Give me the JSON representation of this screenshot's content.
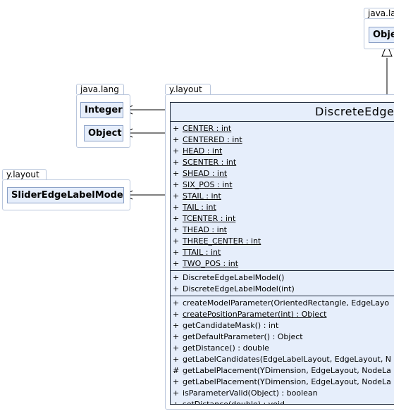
{
  "packages": {
    "java_lang_top": {
      "label": "java.la",
      "classes": [
        "Obje"
      ]
    },
    "java_lang_left": {
      "label": "java.lang",
      "classes": [
        "Integer",
        "Object"
      ]
    },
    "y_layout_slider": {
      "label": "y.layout",
      "classes": [
        "SliderEdgeLabelModel"
      ]
    },
    "y_layout_main": {
      "label": "y.layout"
    }
  },
  "main_class": {
    "name": "DiscreteEdge",
    "fields": [
      {
        "vis": "+",
        "text": "CENTER : int",
        "static": true
      },
      {
        "vis": "+",
        "text": "CENTERED : int",
        "static": true
      },
      {
        "vis": "+",
        "text": "HEAD : int",
        "static": true
      },
      {
        "vis": "+",
        "text": "SCENTER : int",
        "static": true
      },
      {
        "vis": "+",
        "text": "SHEAD : int",
        "static": true
      },
      {
        "vis": "+",
        "text": "SIX_POS : int",
        "static": true
      },
      {
        "vis": "+",
        "text": "STAIL : int",
        "static": true
      },
      {
        "vis": "+",
        "text": "TAIL : int",
        "static": true
      },
      {
        "vis": "+",
        "text": "TCENTER : int",
        "static": true
      },
      {
        "vis": "+",
        "text": "THEAD : int",
        "static": true
      },
      {
        "vis": "+",
        "text": "THREE_CENTER : int",
        "static": true
      },
      {
        "vis": "+",
        "text": "TTAIL : int",
        "static": true
      },
      {
        "vis": "+",
        "text": "TWO_POS : int",
        "static": true
      }
    ],
    "constructors": [
      {
        "vis": "+",
        "text": "DiscreteEdgeLabelModel()",
        "static": false
      },
      {
        "vis": "+",
        "text": "DiscreteEdgeLabelModel(int)",
        "static": false
      }
    ],
    "methods": [
      {
        "vis": "+",
        "text": "createModelParameter(OrientedRectangle, EdgeLayo",
        "static": false
      },
      {
        "vis": "+",
        "text": "createPositionParameter(int) : Object",
        "static": true
      },
      {
        "vis": "+",
        "text": "getCandidateMask() : int",
        "static": false
      },
      {
        "vis": "+",
        "text": "getDefaultParameter() : Object",
        "static": false
      },
      {
        "vis": "+",
        "text": "getDistance() : double",
        "static": false
      },
      {
        "vis": "+",
        "text": "getLabelCandidates(EdgeLabelLayout, EdgeLayout, N",
        "static": false
      },
      {
        "vis": "#",
        "text": "getLabelPlacement(YDimension, EdgeLayout, NodeLa",
        "static": false
      },
      {
        "vis": "+",
        "text": "getLabelPlacement(YDimension, EdgeLayout, NodeLa",
        "static": false
      },
      {
        "vis": "+",
        "text": "isParameterValid(Object) : boolean",
        "static": false
      },
      {
        "vis": "+",
        "text": "setDistance(double) : void",
        "static": false
      }
    ]
  }
}
